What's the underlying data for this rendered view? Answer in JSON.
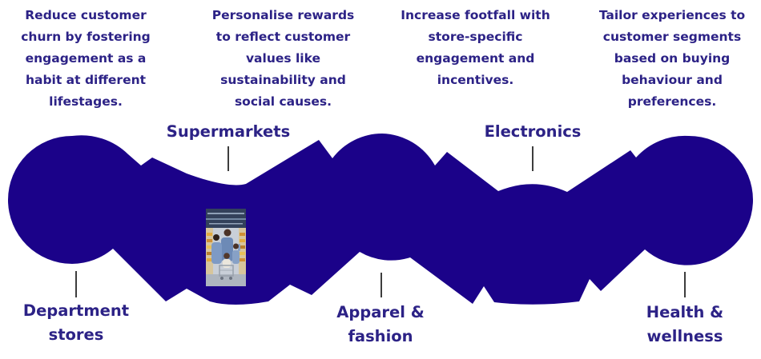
{
  "colors": {
    "background": "#ffffff",
    "blob": "#1b0289",
    "text": "#2c2286",
    "pointer": "#3d3d3d"
  },
  "notes": [
    {
      "text": "Reduce customer\nchurn by fostering\nengagement as a\nhabit at different\nlifestages."
    },
    {
      "text": "Personalise rewards\nto reflect customer\nvalues like\nsustainability and\nsocial causes."
    },
    {
      "text": "Increase footfall with\nstore-specific\nengagement and\nincentives."
    },
    {
      "text": "Tailor experiences to\ncustomer segments\nbased on buying\nbehaviour and\npreferences."
    }
  ],
  "categories": {
    "supermarkets": {
      "label": "Supermarkets"
    },
    "electronics": {
      "label": "Electronics"
    },
    "department_stores": {
      "label": "Department\nstores"
    },
    "apparel_fashion": {
      "label": "Apparel &\nfashion"
    },
    "health_wellness": {
      "label": "Health &\nwellness"
    }
  },
  "photo": {
    "alt": "family-shopping-in-supermarket-aisle"
  }
}
